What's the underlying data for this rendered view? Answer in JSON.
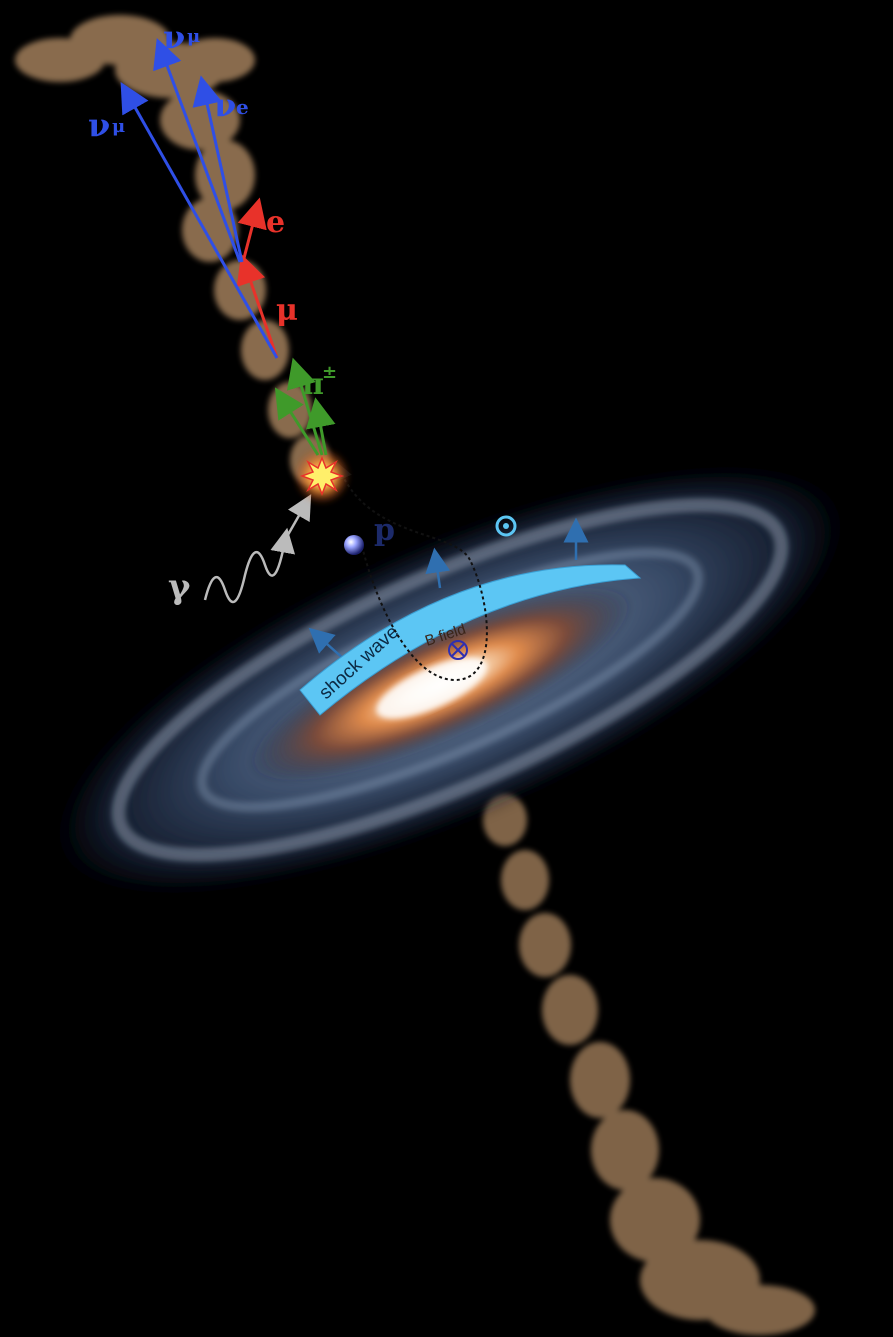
{
  "labels": {
    "nu_mu_top": "ν",
    "nu_mu_top_sub": "μ",
    "nu_mu_left": "ν",
    "nu_mu_left_sub": "μ",
    "nu_e": "ν",
    "nu_e_sub": "e",
    "electron": "e",
    "muon": "μ",
    "pion": "π",
    "pion_sup": "±",
    "proton": "p",
    "gamma": "γ",
    "shock_wave": "shock wave",
    "b_field": "B field"
  },
  "colors": {
    "background": "#000000",
    "neutrino": "#2f4fe6",
    "lepton": "#e8322a",
    "pion": "#3f9a2a",
    "gamma": "#bbbbbb",
    "proton_label": "#1c2a6a",
    "shock_wave": "#5cc6f4",
    "field_arrows": "#2f6fb0",
    "jet": "#b08a63"
  },
  "icons": {
    "out_of_page": "circle-dot-icon",
    "into_page": "circle-cross-icon",
    "collision": "starburst-icon",
    "proton": "sphere-icon"
  }
}
